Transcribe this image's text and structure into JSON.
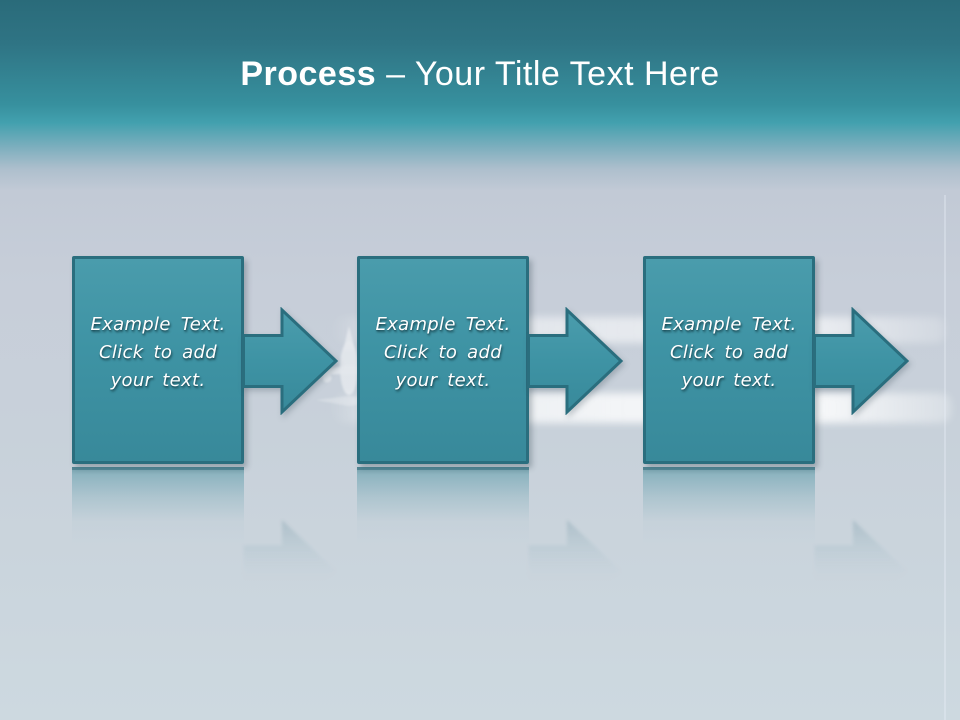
{
  "title": {
    "bold": "Process",
    "rest": " – Your Title Text Here"
  },
  "steps": [
    {
      "lines": [
        "Example Text.",
        "Click to add",
        "your text."
      ]
    },
    {
      "lines": [
        "Example Text.",
        "Click to add",
        "your text."
      ]
    },
    {
      "lines": [
        "Example Text.",
        "Click to add",
        "your text."
      ]
    }
  ],
  "colors": {
    "header_teal_top": "#2a6b7a",
    "header_teal_bright": "#42a0ae",
    "background_light": "#c7ced9",
    "background_bottom": "#cdd9e0",
    "shape_fill": "#3e93a4",
    "shape_border": "#2a6e7e",
    "title_text": "#ffffff",
    "box_text": "#ffffff"
  },
  "background": {
    "airplane_image": "faint-jet-airliner-front-view",
    "contrail_count": 2
  }
}
